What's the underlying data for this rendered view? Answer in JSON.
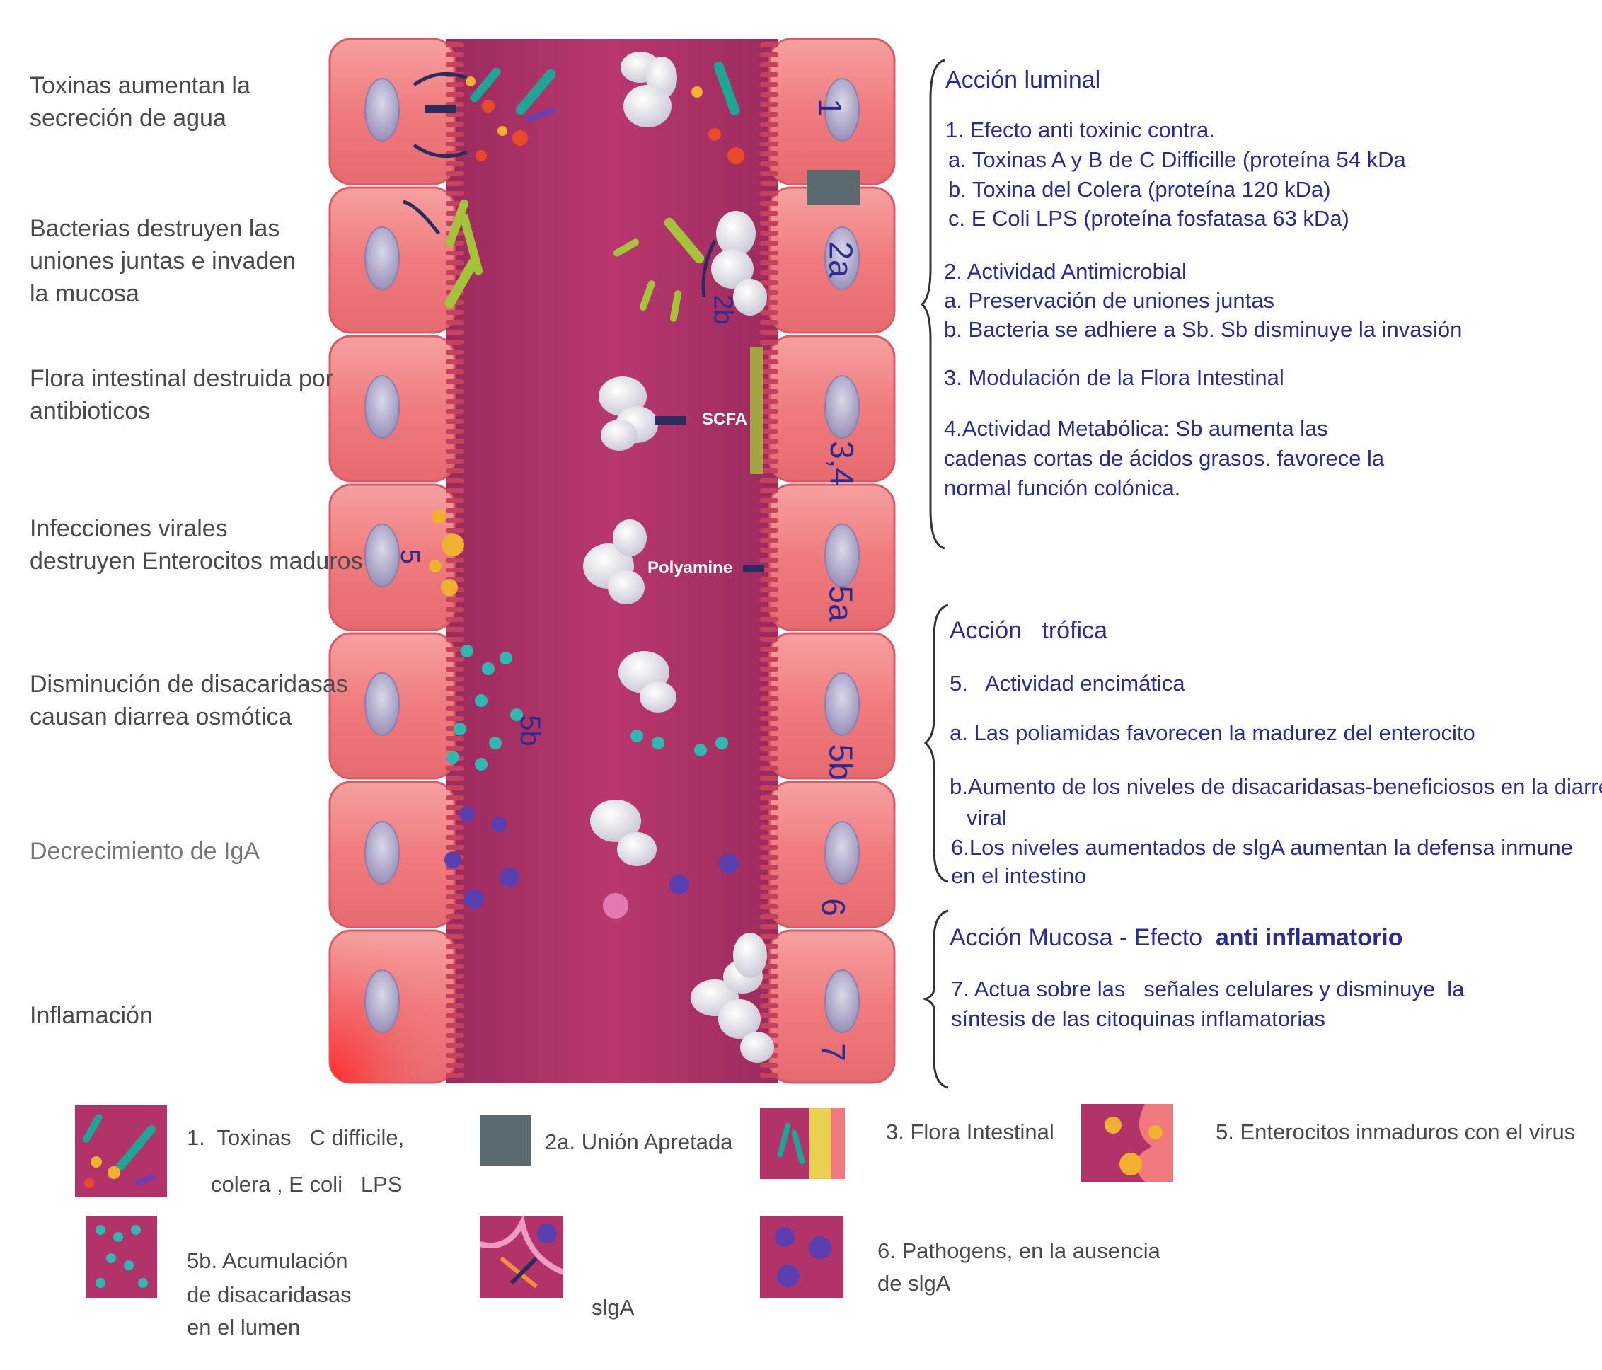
{
  "left_labels": [
    {
      "lines": [
        "Toxinas aumentan la",
        "secreción de agua"
      ]
    },
    {
      "lines": [
        "Bacterias destruyen las",
        "uniones juntas e invaden",
        "la mucosa"
      ]
    },
    {
      "lines": [
        "Flora intestinal destruida por",
        "antibioticos"
      ]
    },
    {
      "lines": [
        "Infecciones virales",
        "destruyen Enterocitos maduros"
      ]
    },
    {
      "lines": [
        "Disminución de disacaridasas",
        "causan diarrea osmótica"
      ]
    },
    {
      "lines": [
        "Decrecimiento  de IgA"
      ]
    },
    {
      "lines": [
        "Inflamación"
      ]
    }
  ],
  "diagram_numbers": {
    "n1": "1",
    "n2a": "2a",
    "n2b": "2b",
    "n34": "3,4",
    "n5": "5",
    "n5a": "5a",
    "n5b_left": "5b",
    "n5b_right": "5b",
    "n6": "6",
    "n7": "7"
  },
  "diagram_labels": {
    "scfa": "SCFA",
    "polyamine": "Polyamine"
  },
  "luminal": {
    "title": "Acción luminal",
    "items": [
      "1. Efecto anti toxinic contra.",
      "a. Toxinas A y B de C Difficille (proteína 54 kDa",
      "b. Toxina del Colera  (proteína 120 kDa)",
      "c. E Coli LPS (proteína fosfatasa  63 kDa)",
      "2. Actividad Antimicrobial",
      "a. Preservación de uniones juntas",
      "b. Bacteria se adhiere a Sb. Sb disminuye la invasión",
      "3. Modulación de la Flora Intestinal",
      "4.Actividad Metabólica: Sb aumenta las",
      "cadenas cortas de ácidos grasos. favorece la",
      "normal función colónica."
    ]
  },
  "trofica": {
    "title": "Acción   trófica",
    "items": [
      "5.   Actividad encimática",
      "a. Las poliamidas  favorecen la madurez del enterocito",
      "b.Aumento de los niveles de disacaridasas-beneficiosos en la diarrea",
      "viral",
      "6.Los niveles aumentados de slgA  aumentan la defensa  inmune",
      "en el intestino"
    ]
  },
  "mucosa": {
    "title_a": "Acción Mucosa - Efecto",
    "title_b": "anti inflamatorio",
    "items": [
      "7. Actua sobre las   señales celulares y disminuye  la",
      "síntesis de las citoquinas inflamatorias"
    ]
  },
  "legend": {
    "l1_a": "1.  Toxinas   C difficile,",
    "l1_b": "colera , E coli   LPS",
    "l2a": "2a. Unión Apretada",
    "l3": "3. Flora  Intestinal",
    "l5": "5. Enterocitos  inmaduros con el virus",
    "l5b_a": "5b. Acumulación",
    "l5b_b": "de disacaridasas",
    "l5b_c": "en el lumen",
    "lsiga": "slgA",
    "l6_a": "6. Pathogens, en la ausencia",
    "l6_b": "de slgA"
  },
  "colors": {
    "cell": "#f07b7e",
    "lumen": "#b2336a",
    "text_blue": "#2b2c8e",
    "text_gray": "#4a4a4a",
    "tight_junction": "#5b6a6e"
  }
}
